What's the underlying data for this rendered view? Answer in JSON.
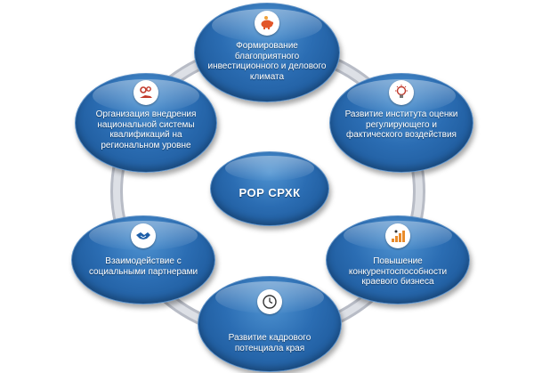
{
  "center": {
    "label": "РОР СРХК"
  },
  "nodes": [
    {
      "id": "top",
      "label": "Формирование благоприятного инвестиционного и делового климата",
      "icon": "piggy-bank-icon"
    },
    {
      "id": "upper-right",
      "label": "Развитие института оценки регулирующего и фактического воздействия",
      "icon": "light-bulb-icon"
    },
    {
      "id": "lower-right",
      "label": "Повышение конкурентоспособности краевого бизнеса",
      "icon": "growth-stairs-icon"
    },
    {
      "id": "bottom",
      "label": "Развитие кадрового потенциала края",
      "icon": "clock-icon"
    },
    {
      "id": "lower-left",
      "label": "Взаимодействие с социальными партнерами",
      "icon": "handshake-icon"
    },
    {
      "id": "upper-left",
      "label": "Организация внедрения национальной системы квалификаций на региональном уровне",
      "icon": "gears-hand-icon"
    }
  ],
  "colors": {
    "node": "#2b6db3",
    "ring": "#c9ccd4",
    "icon_accent": "#e2562a"
  }
}
